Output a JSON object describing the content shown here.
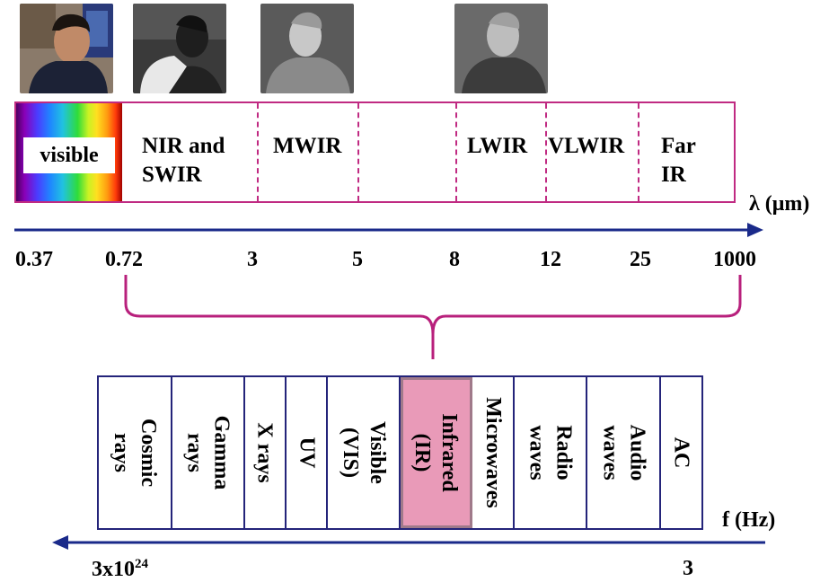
{
  "colors": {
    "band_border": "#c02a82",
    "brace": "#b8207c",
    "axis": "#1a2a8a",
    "spectrum_border": "#24247a",
    "infrared_highlight": "#e99ab8"
  },
  "photos": [
    {
      "name": "visible-face-photo",
      "kind": "color"
    },
    {
      "name": "nir-face-photo",
      "kind": "gray-dark"
    },
    {
      "name": "mwir-face-photo",
      "kind": "thermal-light"
    },
    {
      "name": "lwir-face-photo",
      "kind": "thermal-dark"
    }
  ],
  "band": {
    "visible_label": "visible",
    "regions": [
      {
        "id": "nir",
        "lines": [
          "NIR and",
          "SWIR"
        ]
      },
      {
        "id": "mwir",
        "lines": [
          "MWIR"
        ]
      },
      {
        "id": "lwir",
        "lines": [
          "LWIR"
        ]
      },
      {
        "id": "vlwir",
        "lines": [
          "VLWIR"
        ]
      },
      {
        "id": "farir",
        "lines": [
          "Far",
          "IR"
        ]
      }
    ]
  },
  "wavelength_axis": {
    "label": "λ (μm)",
    "ticks": [
      "0.37",
      "0.72",
      "3",
      "5",
      "8",
      "12",
      "25",
      "1000"
    ]
  },
  "spectrum": {
    "cells": [
      {
        "id": "cosmic",
        "lines": [
          "Cosmic",
          "rays"
        ],
        "highlight": false
      },
      {
        "id": "gamma",
        "lines": [
          "Gamma",
          "rays"
        ],
        "highlight": false
      },
      {
        "id": "xrays",
        "lines": [
          "X rays"
        ],
        "highlight": false
      },
      {
        "id": "uv",
        "lines": [
          "UV"
        ],
        "highlight": false
      },
      {
        "id": "visible",
        "lines": [
          "Visible",
          "(VIS)"
        ],
        "highlight": false
      },
      {
        "id": "infrared",
        "lines": [
          "Infrared",
          "(IR)"
        ],
        "highlight": true
      },
      {
        "id": "microwaves",
        "lines": [
          "Microwaves"
        ],
        "highlight": false
      },
      {
        "id": "radio",
        "lines": [
          "Radio",
          "waves"
        ],
        "highlight": false
      },
      {
        "id": "audio",
        "lines": [
          "Audio",
          "waves"
        ],
        "highlight": false
      },
      {
        "id": "ac",
        "lines": [
          "AC"
        ],
        "highlight": false
      }
    ]
  },
  "frequency_axis": {
    "label": "f (Hz)",
    "left_value": "3x10",
    "left_exponent": "24",
    "right_value": "3"
  }
}
